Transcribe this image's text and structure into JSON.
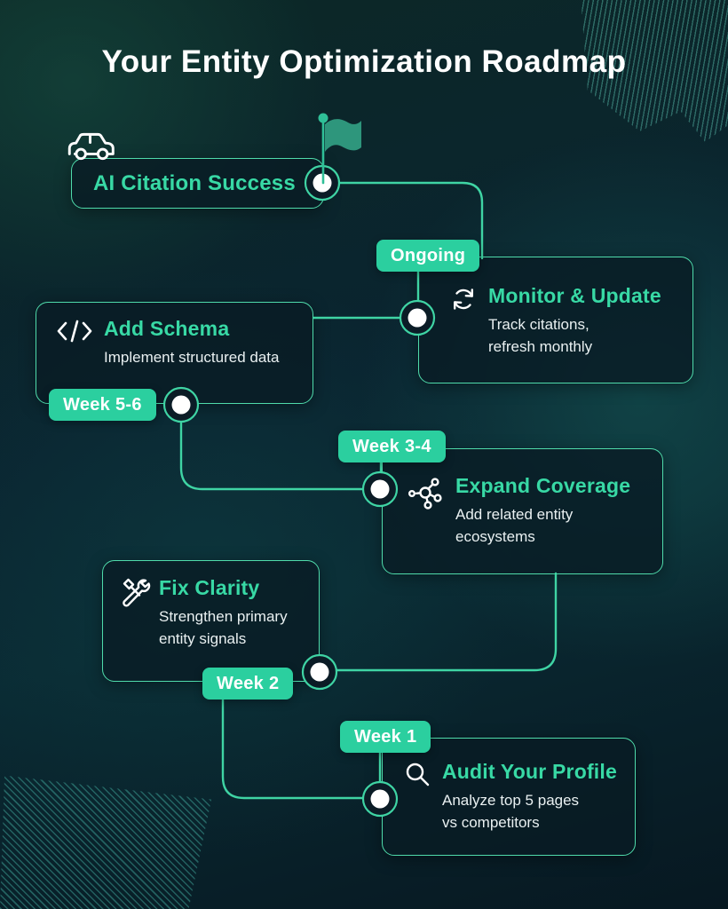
{
  "header": {
    "title": "Your Entity Optimization Roadmap"
  },
  "steps": [
    {
      "badge": "Week 1",
      "title": "Audit Your Profile",
      "icon": "magnifier-icon",
      "desc_lines": [
        "Analyze top 5 pages",
        "vs competitors"
      ]
    },
    {
      "badge": "Week 2",
      "title": "Fix Clarity",
      "icon": "tools-icon",
      "desc_lines": [
        "Strengthen primary",
        "entity signals"
      ]
    },
    {
      "badge": "Week 3-4",
      "title": "Expand Coverage",
      "icon": "network-icon",
      "desc_lines": [
        "Add related entity",
        "ecosystems"
      ]
    },
    {
      "badge": "Week 5-6",
      "title": "Add Schema",
      "icon": "code-icon",
      "desc_lines": [
        "Implement structured data"
      ]
    },
    {
      "badge": "Ongoing",
      "title": "Monitor & Update",
      "icon": "refresh-icon",
      "desc_lines": [
        "Track citations,",
        "refresh monthly"
      ]
    },
    {
      "badge": "",
      "title": "AI Citation Success",
      "icon": "flag-icon",
      "desc_lines": []
    }
  ],
  "decor": {
    "start_icon": "car-icon",
    "finish_icon": "flag-icon"
  },
  "colors": {
    "badge_bg": "#2bcf9f",
    "card_border": "#4fdbab",
    "card_title": "#38d9a5",
    "path_line": "#3fd4a4",
    "flag_fill": "#2e967c",
    "background_dark": "#071821",
    "background_green": "#0c2826",
    "text_primary": "#ffffff",
    "text_secondary": "#e9f0f1"
  }
}
